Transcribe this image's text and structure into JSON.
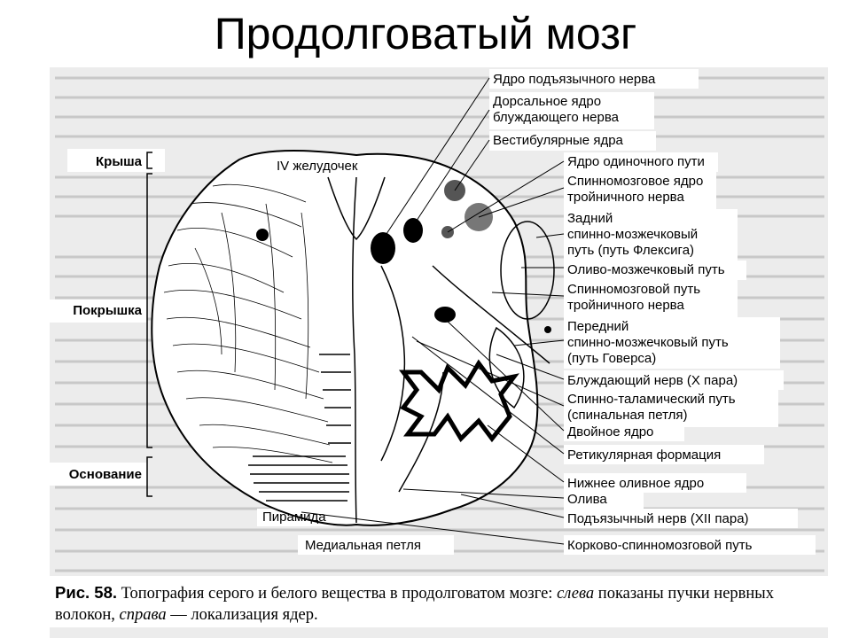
{
  "title": "Продолговатый мозг",
  "left_labels": {
    "roof": "Крыша",
    "tegmentum": "Покрышка",
    "base": "Основание"
  },
  "inner_labels": {
    "ventricle": "IV желудочек",
    "pyramid": "Пирамида",
    "medial_lemniscus": "Медиальная петля"
  },
  "right_labels": [
    "Ядро подъязычного нерва",
    "Дорсальное ядро",
    "блуждающего нерва",
    "Вестибулярные ядра",
    "Ядро одиночного пути",
    "Спинномозговое ядро",
    "тройничного нерва",
    "Задний",
    "спинно-мозжечковый",
    "путь (путь Флексига)",
    "Оливо-мозжечковый путь",
    "Спинномозговой путь",
    "тройничного нерва",
    "Передний",
    "спинно-мозжечковый путь",
    "(путь Говерса)",
    "Блуждающий нерв (X пара)",
    "Спинно-таламический путь",
    "(спинальная петля)",
    "Двойное ядро",
    "Ретикулярная формация",
    "Нижнее оливное ядро",
    "Олива",
    "Подъязычный нерв (XII пара)",
    "Корково-спинномозговой путь"
  ],
  "caption": {
    "fig": "Рис. 58.",
    "part1": " Топография серого и белого вещества в продолговатом мозге: ",
    "left_word": "слева",
    "part2": " показаны пучки нервных волокон, ",
    "right_word": "справа",
    "part3": " — локализация ядер."
  }
}
